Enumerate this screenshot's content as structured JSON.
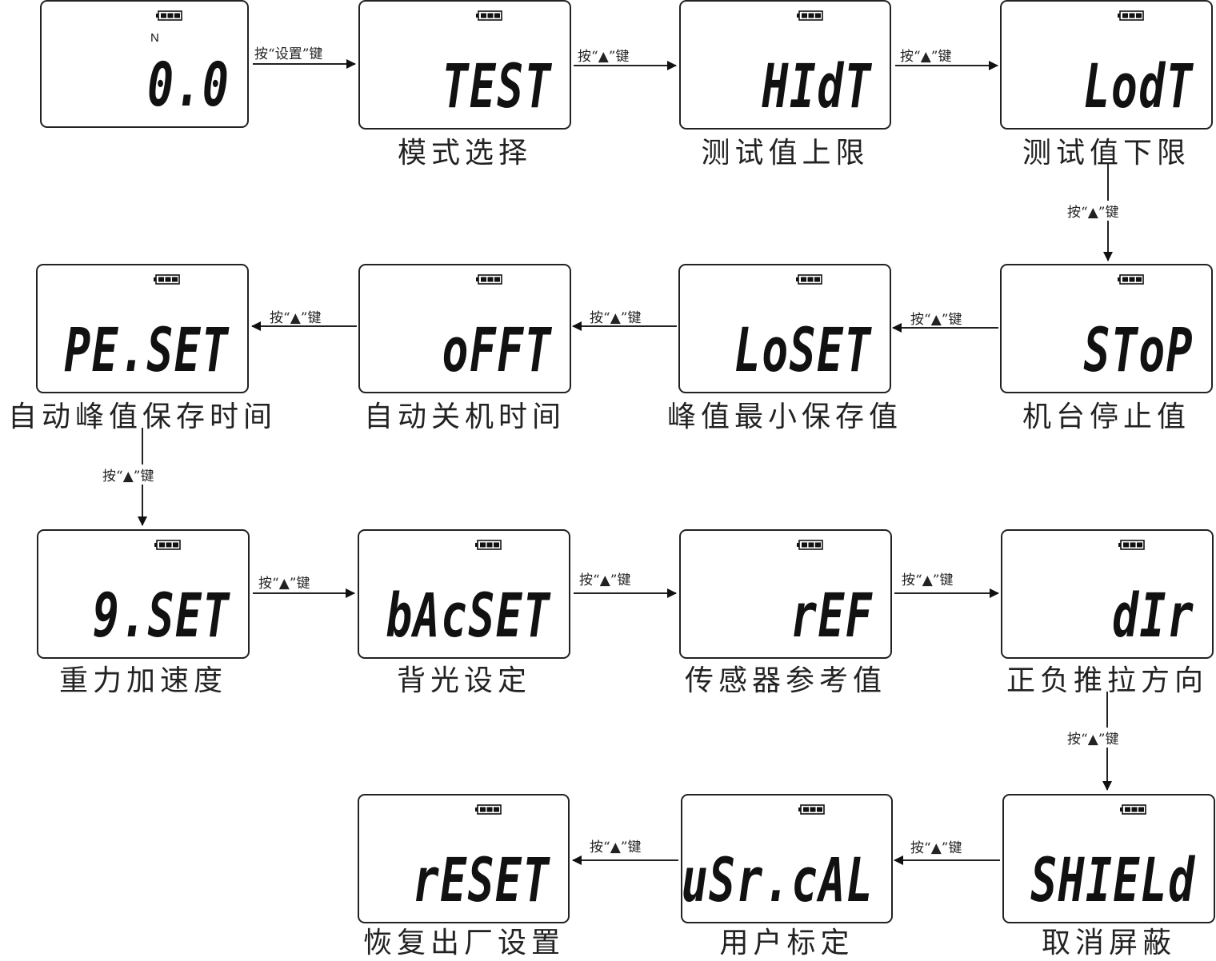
{
  "diagram": {
    "type": "flowchart",
    "description": "LCD menu navigation sequence",
    "battery_icon": "battery-full-icon",
    "screens": [
      {
        "id": "home",
        "display": "0.0",
        "unit": "N",
        "caption": ""
      },
      {
        "id": "test",
        "display": "TEST",
        "caption": "模式选择"
      },
      {
        "id": "hidt",
        "display": "HIdT",
        "caption": "测试值上限"
      },
      {
        "id": "lodt",
        "display": "LodT",
        "caption": "测试值下限"
      },
      {
        "id": "stop",
        "display": "SToP",
        "caption": "机台停止值"
      },
      {
        "id": "loset",
        "display": "LoSET",
        "caption": "峰值最小保存值"
      },
      {
        "id": "offt",
        "display": "oFFT",
        "caption": "自动关机时间"
      },
      {
        "id": "peset",
        "display": "PE.SET",
        "caption": "自动峰值保存时间"
      },
      {
        "id": "gset",
        "display": "9.SET",
        "caption": "重力加速度"
      },
      {
        "id": "bacset",
        "display": "bAcSET",
        "caption": "背光设定"
      },
      {
        "id": "ref",
        "display": "rEF",
        "caption": "传感器参考值"
      },
      {
        "id": "dir",
        "display": "dIr",
        "caption": "正负推拉方向"
      },
      {
        "id": "shield",
        "display": "SHIELd",
        "caption": "取消屏蔽"
      },
      {
        "id": "usrcal",
        "display": "uSr.cAL",
        "caption": "用户标定"
      },
      {
        "id": "reset",
        "display": "rESET",
        "caption": "恢复出厂设置"
      }
    ],
    "transitions": [
      {
        "from": "home",
        "to": "test",
        "label": "按“设置”键"
      },
      {
        "from": "test",
        "to": "hidt",
        "label": "按“▲”键"
      },
      {
        "from": "hidt",
        "to": "lodt",
        "label": "按“▲”键"
      },
      {
        "from": "lodt",
        "to": "stop",
        "label": "按“▲”键"
      },
      {
        "from": "stop",
        "to": "loset",
        "label": "按“▲”键"
      },
      {
        "from": "loset",
        "to": "offt",
        "label": "按“▲”键"
      },
      {
        "from": "offt",
        "to": "peset",
        "label": "按“▲”键"
      },
      {
        "from": "peset",
        "to": "gset",
        "label": "按“▲”键"
      },
      {
        "from": "gset",
        "to": "bacset",
        "label": "按“▲”键"
      },
      {
        "from": "bacset",
        "to": "ref",
        "label": "按“▲”键"
      },
      {
        "from": "ref",
        "to": "dir",
        "label": "按“▲”键"
      },
      {
        "from": "dir",
        "to": "shield",
        "label": "按“▲”键"
      },
      {
        "from": "shield",
        "to": "usrcal",
        "label": "按“▲”键"
      },
      {
        "from": "usrcal",
        "to": "reset",
        "label": "按“▲”键"
      }
    ]
  }
}
